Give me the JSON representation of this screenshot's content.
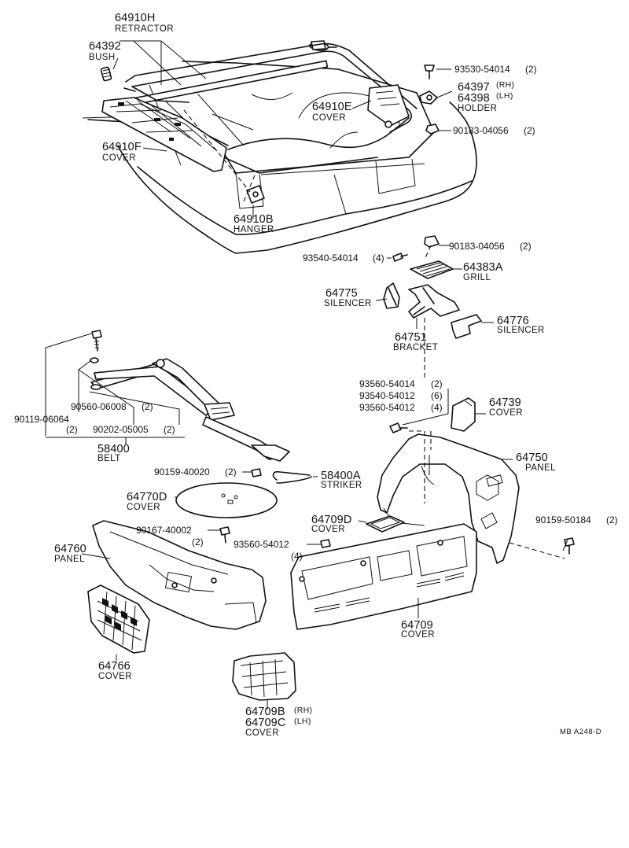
{
  "diagram_code": "MB  A248-D",
  "parts": [
    {
      "id": "64910H",
      "name": "RETRACTOR"
    },
    {
      "id": "64392",
      "name": "BUSH"
    },
    {
      "id": "93530-54014",
      "qty": "(2)"
    },
    {
      "id": "64397",
      "side": "(RH)"
    },
    {
      "id": "64398",
      "side": "(LH)",
      "name": "HOLDER"
    },
    {
      "id": "64910E",
      "name": "COVER"
    },
    {
      "id": "90183-04056",
      "qty": "(2)"
    },
    {
      "id": "64910F",
      "name": "COVER"
    },
    {
      "id": "64910B",
      "name": "HANGER"
    },
    {
      "id": "90183-04056",
      "qty": "(2)"
    },
    {
      "id": "93540-54014",
      "qty": "(4)"
    },
    {
      "id": "64383A",
      "name": "GRILL"
    },
    {
      "id": "64775",
      "name": "SILENCER"
    },
    {
      "id": "64776",
      "name": "SILENCER"
    },
    {
      "id": "64751",
      "name": "BRACKET"
    },
    {
      "id": "93560-54014",
      "qty": "(2)"
    },
    {
      "id": "93540-54012",
      "qty": "(6)"
    },
    {
      "id": "93560-54012",
      "qty": "(4)"
    },
    {
      "id": "64739",
      "name": "COVER"
    },
    {
      "id": "90560-06008",
      "qty": "(2)"
    },
    {
      "id": "90119-06064",
      "qty": "(2)"
    },
    {
      "id": "90202-05005",
      "qty": "(2)"
    },
    {
      "id": "58400",
      "name": "BELT"
    },
    {
      "id": "64750",
      "name": "PANEL"
    },
    {
      "id": "90159-40020",
      "qty": "(2)"
    },
    {
      "id": "58400A",
      "name": "STRIKER"
    },
    {
      "id": "64770D",
      "name": "COVER"
    },
    {
      "id": "90159-50184",
      "qty": "(2)"
    },
    {
      "id": "64709D",
      "name": "COVER"
    },
    {
      "id": "90167-40002",
      "qty": "(2)"
    },
    {
      "id": "93560-54012",
      "qty": "(4)"
    },
    {
      "id": "64760",
      "name": "PANEL"
    },
    {
      "id": "64709",
      "name": "COVER"
    },
    {
      "id": "64766",
      "name": "COVER"
    },
    {
      "id": "64709B",
      "side": "(RH)"
    },
    {
      "id": "64709C",
      "side": "(LH)",
      "name": "COVER"
    }
  ]
}
